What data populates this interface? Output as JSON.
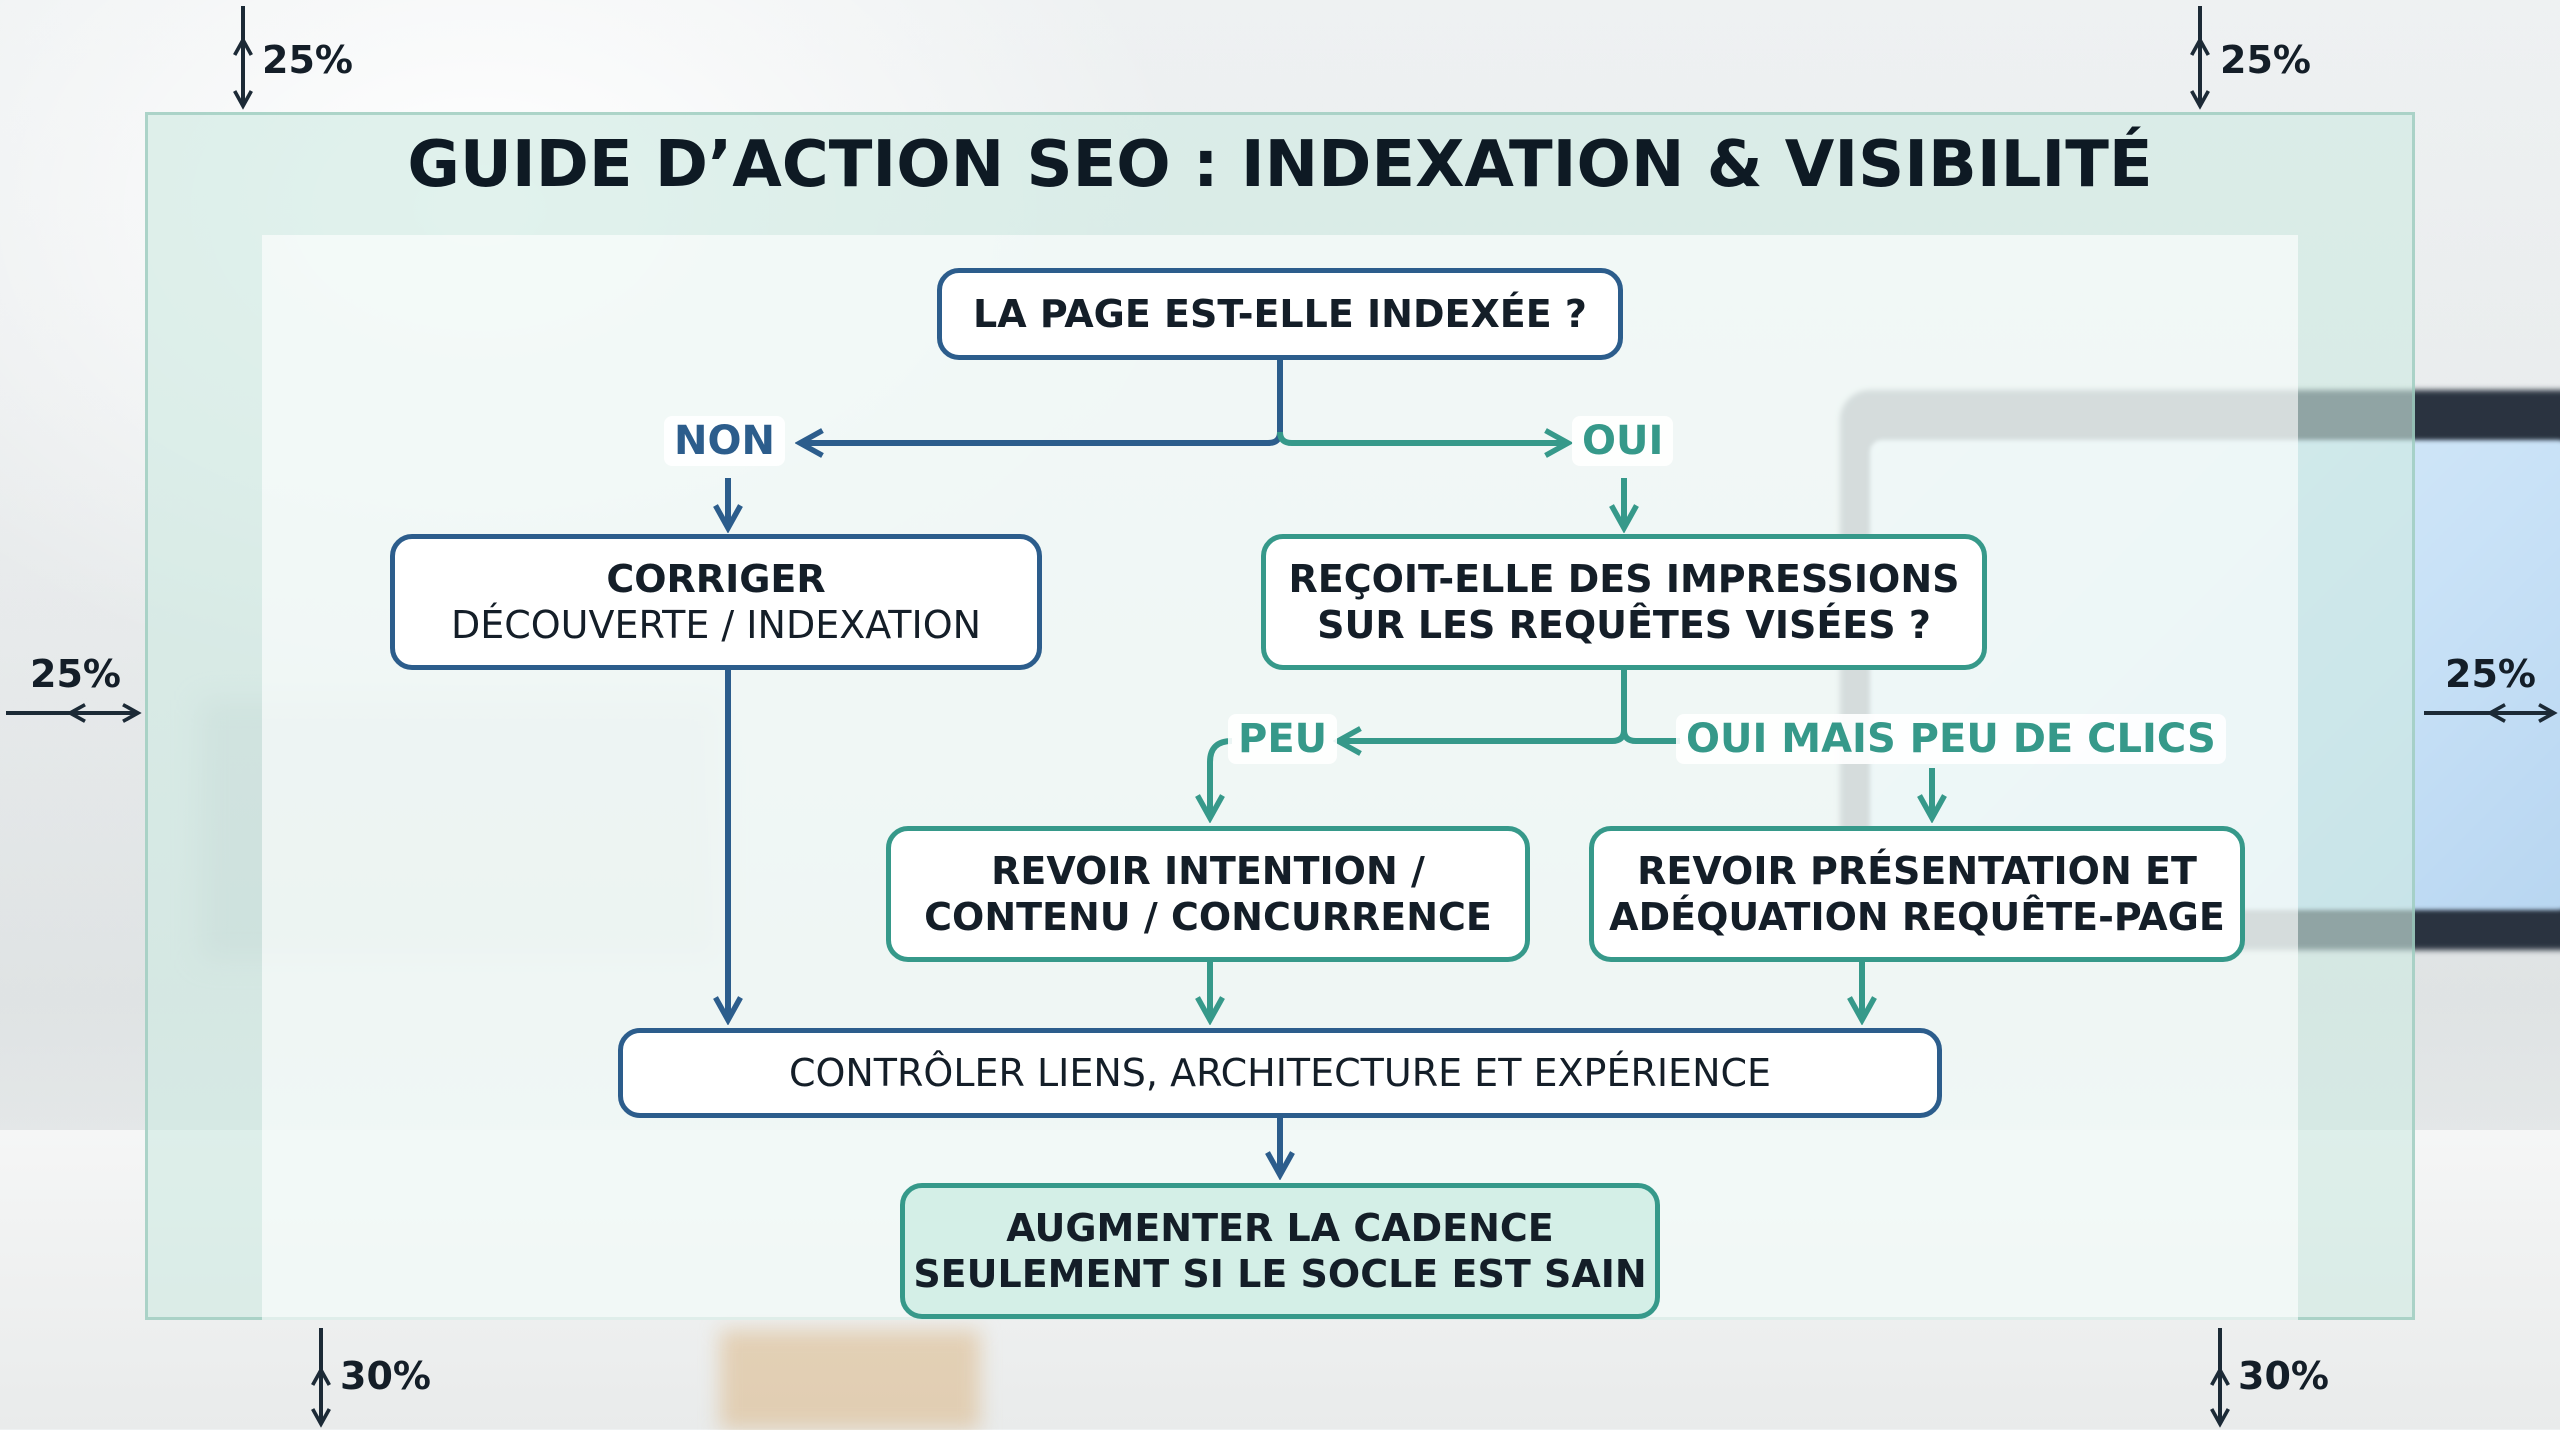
{
  "title": "GUIDE D’ACTION SEO : INDEXATION & VISIBILITÉ",
  "colors": {
    "blue": "#2c5d8c",
    "green": "#36998a",
    "final_fill": "#d4efe7"
  },
  "margins": {
    "top_left": "25%",
    "top_right": "25%",
    "left": "25%",
    "right": "25%",
    "bottom_left": "30%",
    "bottom_right": "30%"
  },
  "nodes": {
    "start": "LA PAGE EST-ELLE INDEXÉE ?",
    "fix_title": "CORRIGER",
    "fix_sub": "DÉCOUVERTE / INDEXATION",
    "impressions_line1": "REÇOIT-ELLE DES IMPRESSIONS",
    "impressions_line2": "SUR LES REQUÊTES VISÉES ?",
    "intent_line1": "REVOIR INTENTION /",
    "intent_line2": "CONTENU / CONCURRENCE",
    "presentation_line1": "REVOIR PRÉSENTATION ET",
    "presentation_line2": "ADÉQUATION REQUÊTE-PAGE",
    "control": "CONTRÔLER LIENS, ARCHITECTURE ET EXPÉRIENCE",
    "final_line1": "AUGMENTER LA CADENCE",
    "final_line2": "SEULEMENT SI LE SOCLE EST SAIN"
  },
  "edges": {
    "no": "NON",
    "yes": "OUI",
    "few": "PEU",
    "yes_few_clicks": "OUI MAIS PEU DE CLICS"
  }
}
